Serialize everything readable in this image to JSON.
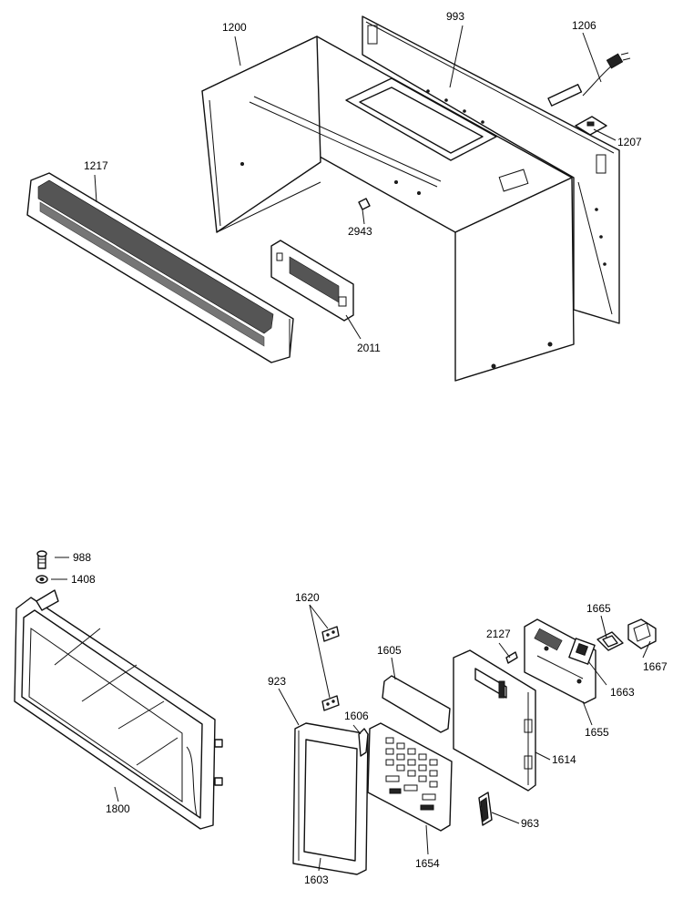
{
  "labels": {
    "l1200": "1200",
    "l993": "993",
    "l1206": "1206",
    "l1207": "1207",
    "l1217": "1217",
    "l2943": "2943",
    "l2011": "2011",
    "l988": "988",
    "l1408": "1408",
    "l1800": "1800",
    "l1620": "1620",
    "l923": "923",
    "l1606": "1606",
    "l1605": "1605",
    "l1603": "1603",
    "l1654": "1654",
    "l2127": "2127",
    "l1665": "1665",
    "l1667": "1667",
    "l1663": "1663",
    "l1655": "1655",
    "l1614": "1614",
    "l963": "963"
  }
}
